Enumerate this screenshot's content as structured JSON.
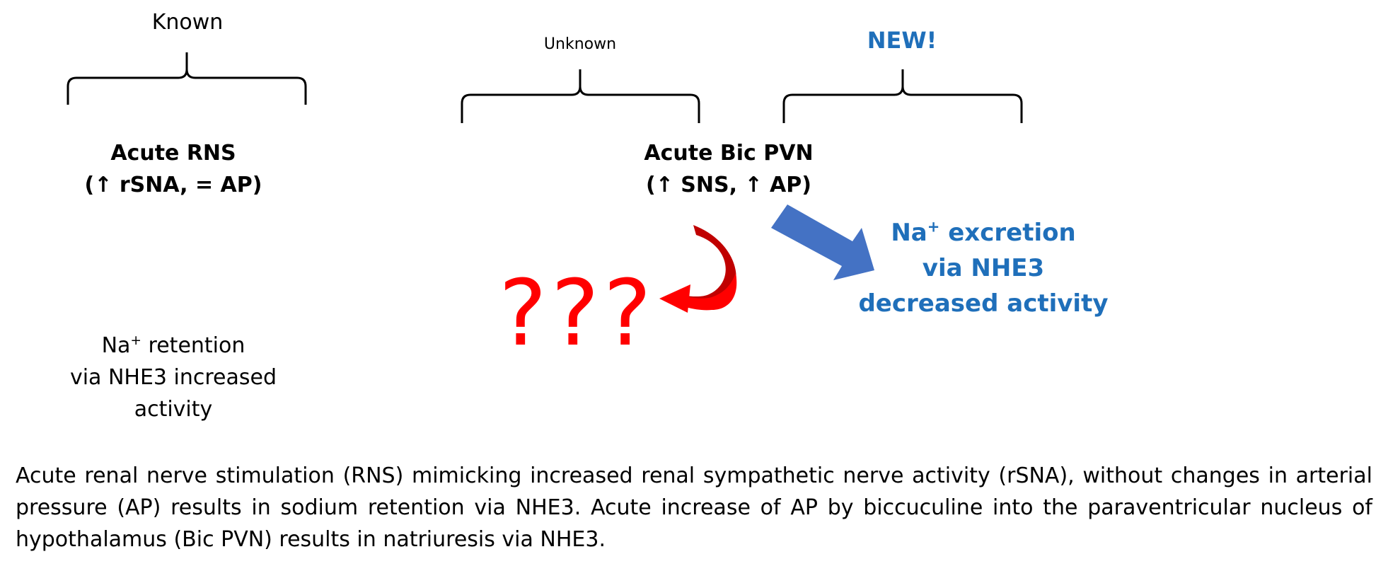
{
  "colors": {
    "text": "#000000",
    "accent_blue": "#1f6fba",
    "arrow_blue": "#4472c4",
    "question_red": "#ff0000",
    "arrow_red_light": "#ff0000",
    "arrow_red_dark": "#c00000"
  },
  "brackets": {
    "known_label": "Known",
    "unknown_label": "Unknown",
    "new_label": "NEW!"
  },
  "rns": {
    "title": "Acute RNS",
    "subtitle": "(↑ rSNA, = AP)"
  },
  "bic": {
    "title": "Acute Bic PVN",
    "subtitle": "(↑ SNS, ↑ AP)"
  },
  "na_retention": {
    "ion": "Na",
    "charge": "+",
    "line1_rest": " retention",
    "line2": "via NHE3 increased",
    "line3": "activity"
  },
  "na_excretion": {
    "ion": "Na",
    "charge": "+",
    "line1_rest": " excretion",
    "line2": "via NHE3",
    "line3": "decreased activity"
  },
  "question_marks": "???",
  "caption": "Acute renal nerve stimulation (RNS) mimicking increased renal sympathetic nerve activity (rSNA), without changes in arterial pressure (AP) results in sodium retention via NHE3. Acute increase of AP by biccuculine into the paraventricular nucleus of hypothalamus (Bic PVN) results in natriuresis via NHE3."
}
